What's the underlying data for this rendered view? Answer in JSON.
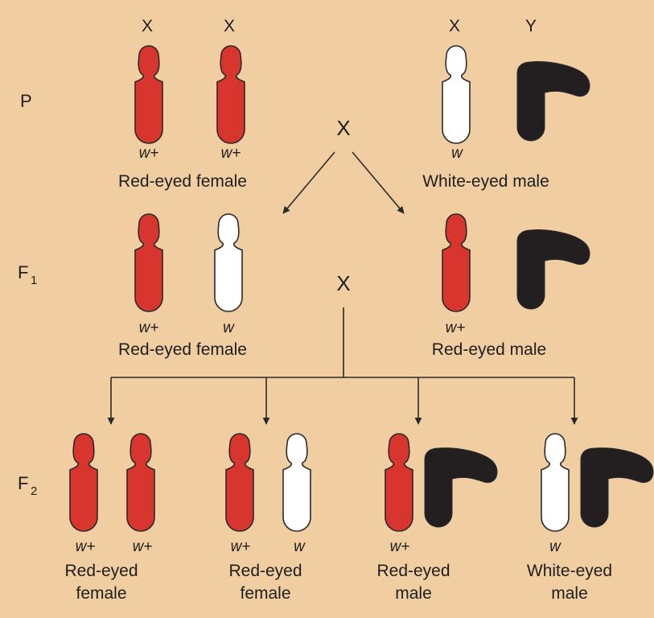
{
  "colors": {
    "background": "#f1cda2",
    "red_chromosome": "#d9352f",
    "white_chromosome": "#ffffff",
    "y_chromosome": "#231f20",
    "outline": "#2a2a2a"
  },
  "generations": {
    "p": {
      "label": "P"
    },
    "f1": {
      "label": "F",
      "sub": "1"
    },
    "f2": {
      "label": "F",
      "sub": "2"
    }
  },
  "cross_symbol": "X",
  "chromosome_headers": {
    "x1": "X",
    "x2": "X",
    "x3": "X",
    "y": "Y"
  },
  "parents": {
    "female": {
      "alleles": [
        "w+",
        "w+"
      ],
      "caption": "Red-eyed female"
    },
    "male": {
      "alleles": [
        "w"
      ],
      "caption": "White-eyed male"
    }
  },
  "f1": {
    "female": {
      "alleles": [
        "w+",
        "w"
      ],
      "caption": "Red-eyed female"
    },
    "male": {
      "alleles": [
        "w+"
      ],
      "caption": "Red-eyed male"
    }
  },
  "f2": [
    {
      "alleles": [
        "w+",
        "w+"
      ],
      "caption": [
        "Red-eyed",
        "female"
      ]
    },
    {
      "alleles": [
        "w+",
        "w"
      ],
      "caption": [
        "Red-eyed",
        "female"
      ]
    },
    {
      "alleles": [
        "w+"
      ],
      "caption": [
        "Red-eyed",
        "male"
      ]
    },
    {
      "alleles": [
        "w"
      ],
      "caption": [
        "White-eyed",
        "male"
      ]
    }
  ]
}
